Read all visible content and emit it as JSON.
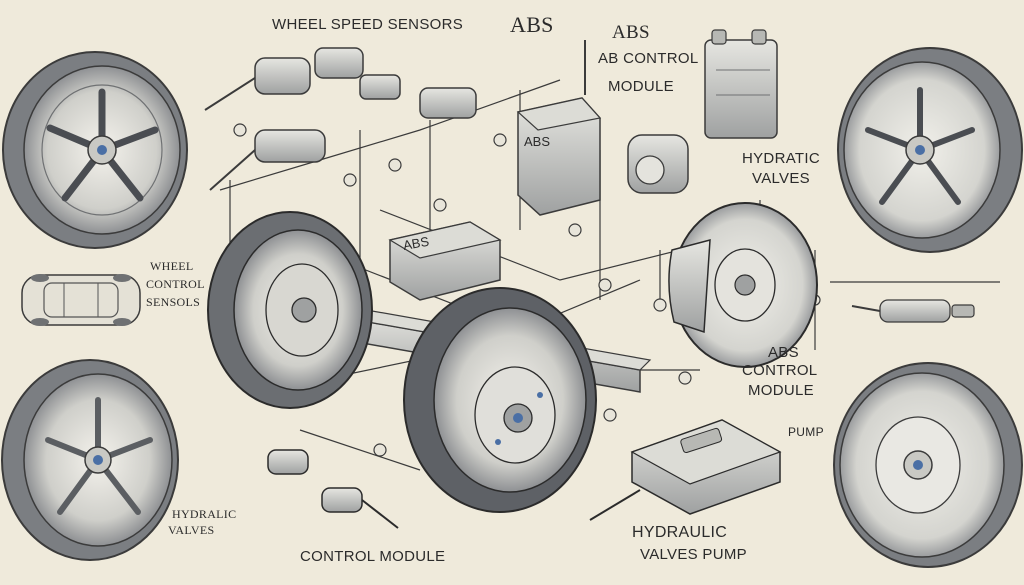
{
  "labels": {
    "wheel_speed_sensors": "WHEEL SPEED SENSORS",
    "abs_top": "ABS",
    "abs_top_right": "ABS",
    "ab_control": "AB CONTROL",
    "module_top": "MODULE",
    "hydratic": "HYDRATIC",
    "valves_right": "VALVES",
    "wheel_left": "WHEEL",
    "control_left": "CONTROL",
    "sensols_left": "SENSOLS",
    "abs_control_right": "ABS",
    "control_right": "CONTROL",
    "module_right": "MODULE",
    "pump_right": "PUMP",
    "hydraulic_left": "HYDRALIC",
    "valves_left": "VALVES",
    "control_module_bottom": "CONTROL MODULE",
    "hydraulic_bottom": "HYDRAULIC",
    "valves_pump_bottom": "VALVES  PUMP",
    "module_badge_1": "ABS",
    "module_badge_2": "ABS"
  },
  "colors": {
    "background": "#efeadb",
    "ink": "#3b3b3b",
    "metal_light": "#dcdcd6",
    "metal_mid": "#b7b8b4",
    "metal_dark": "#6f7173",
    "tire": "#4a4d52"
  }
}
